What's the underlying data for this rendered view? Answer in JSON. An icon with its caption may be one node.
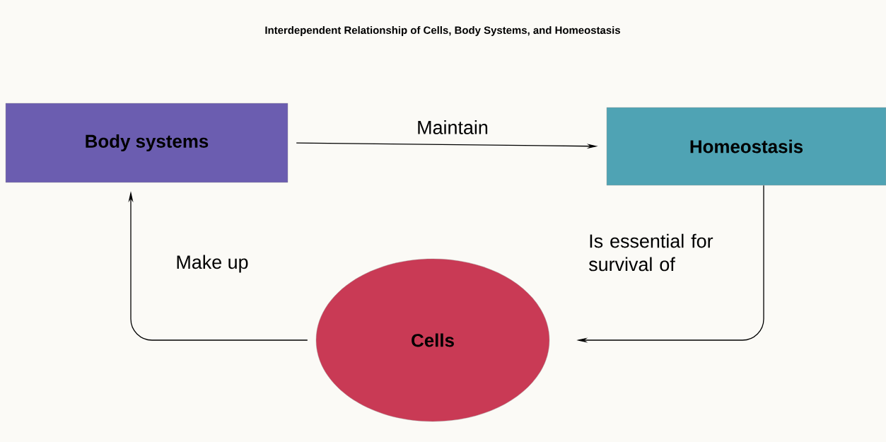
{
  "diagram": {
    "title": "Interdependent Relationship of Cells, Body Systems, and Homeostasis",
    "nodes": [
      {
        "text": [
          "Body systems"
        ]
      },
      {
        "text": [
          "Homeostasis"
        ]
      },
      {
        "text": [
          "Cells"
        ]
      }
    ],
    "edges": [
      {
        "from": 0,
        "to": 1,
        "arrow": "to",
        "label": "Maintain"
      },
      {
        "from": 1,
        "to": 2,
        "arrow": "to",
        "label": "Is essential for survival of"
      },
      {
        "from": 2,
        "to": 0,
        "arrow": "to",
        "label": "Make up"
      }
    ]
  }
}
